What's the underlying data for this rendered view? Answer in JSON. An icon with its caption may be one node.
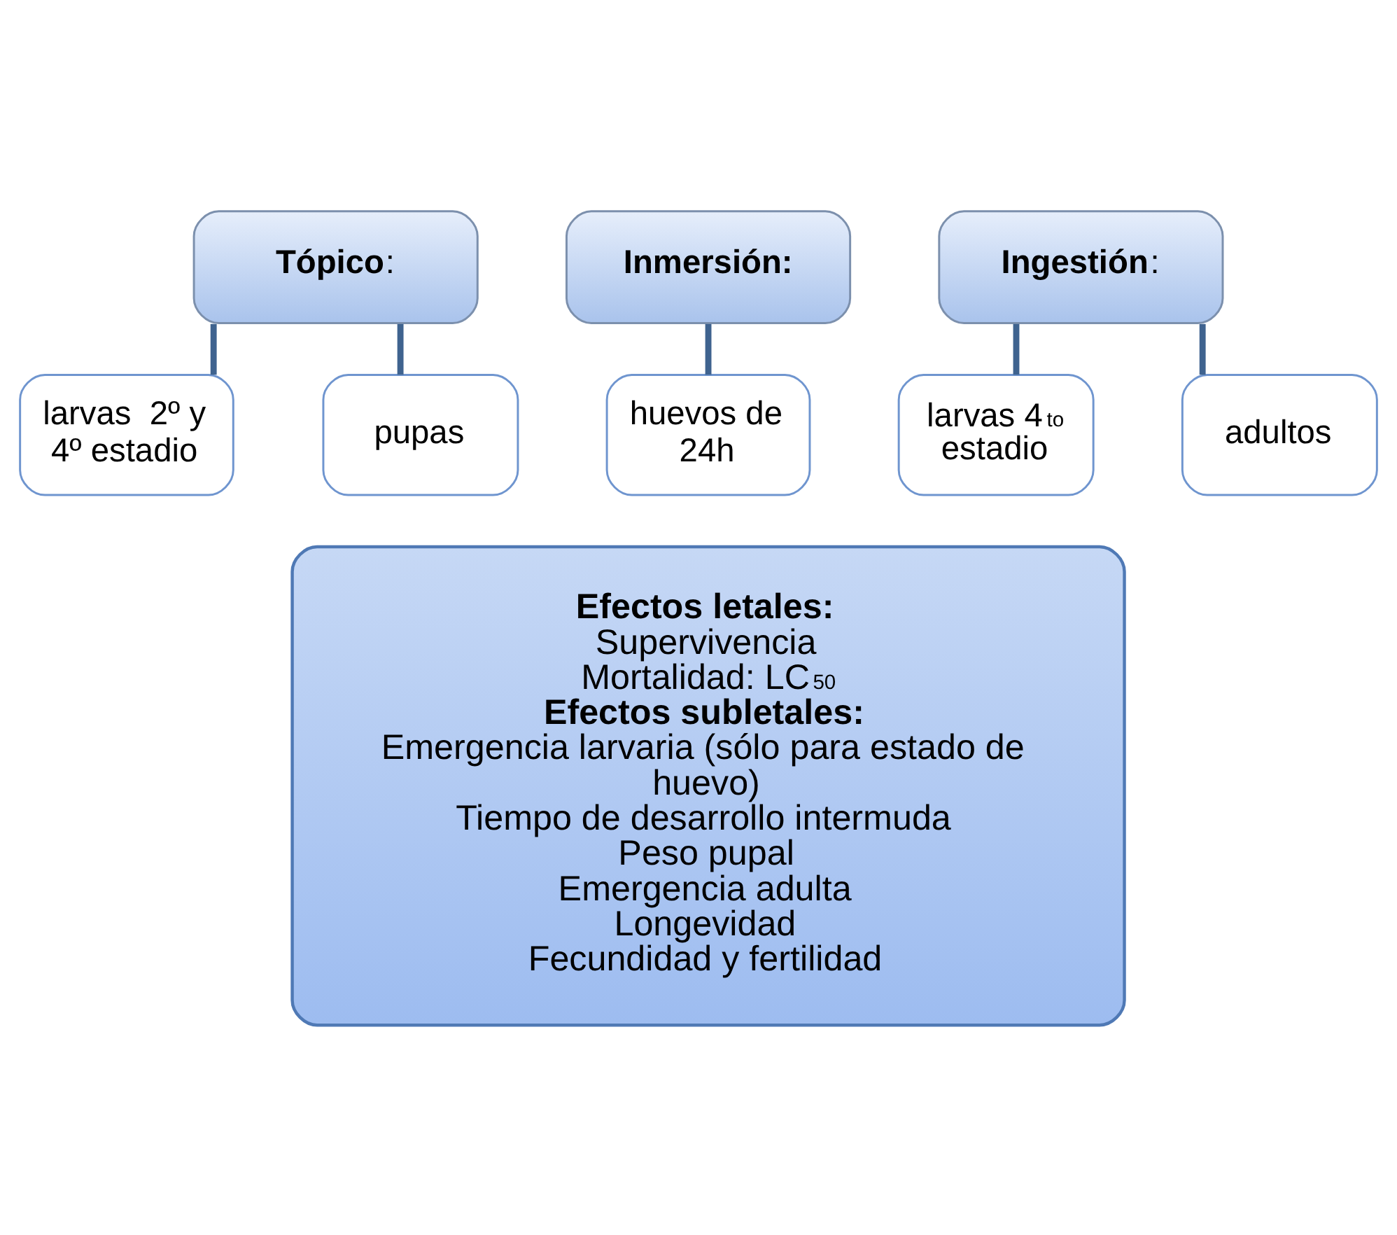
{
  "diagram": {
    "nodes": [
      {
        "text": [
          "**Tópico**:"
        ]
      },
      {
        "text": [
          "larvas  2º y 4º estadio"
        ]
      },
      {
        "text": [
          "pupas"
        ]
      },
      {
        "text": [
          "**Inmersión:**"
        ]
      },
      {
        "text": [
          "huevos de 24h"
        ]
      },
      {
        "text": [
          "**Ingestión**:"
        ]
      },
      {
        "text": [
          "larvas 4$^{to}$ estadio"
        ]
      },
      {
        "text": [
          "adultos"
        ]
      },
      {
        "text": [
          "**Efectos letales:**",
          "Supervivencia",
          "Mortalidad: LC$_{50}$",
          "**Efectos subletales:**",
          "Emergencia larvaria (sólo para estado de huevo)",
          "Tiempo de desarrollo intermuda",
          "Peso pupal",
          "Emergencia adulta",
          "Longevidad",
          "Fecundidad y fertilidad"
        ]
      }
    ],
    "edges": [
      {
        "from": 0,
        "to": 1,
        "arrow": "none"
      },
      {
        "from": 0,
        "to": 2,
        "arrow": "none"
      },
      {
        "from": 3,
        "to": 4,
        "arrow": "none"
      },
      {
        "from": 5,
        "to": 6,
        "arrow": "none"
      },
      {
        "from": 5,
        "to": 7,
        "arrow": "none"
      }
    ]
  }
}
